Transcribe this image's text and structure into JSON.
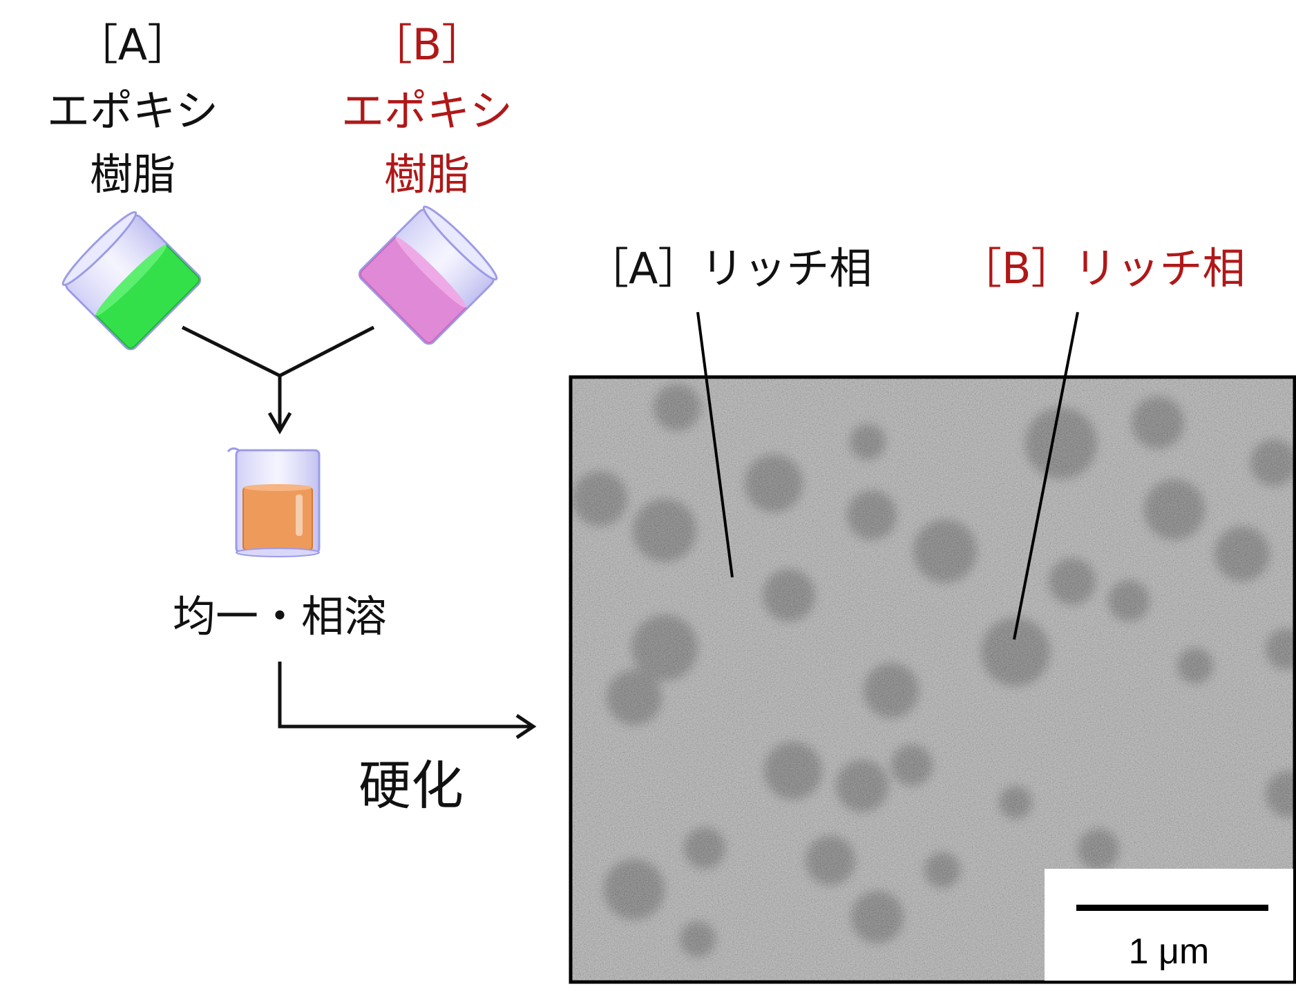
{
  "resin_a": {
    "bracket": "［A］",
    "line1": "エポキシ",
    "line2": "樹脂",
    "liquid_color": "#33e04a"
  },
  "resin_b": {
    "bracket": "［B］",
    "line1": "エポキシ",
    "line2": "樹脂",
    "liquid_color": "#e089d6",
    "label_color": "#b01818"
  },
  "mixture": {
    "label": "均一・相溶",
    "liquid_color": "#ee9a5a"
  },
  "process": {
    "label": "硬化"
  },
  "micrograph": {
    "label_a": "［A］リッチ相",
    "label_b": "［B］リッチ相",
    "scale_label": "1 μm"
  }
}
